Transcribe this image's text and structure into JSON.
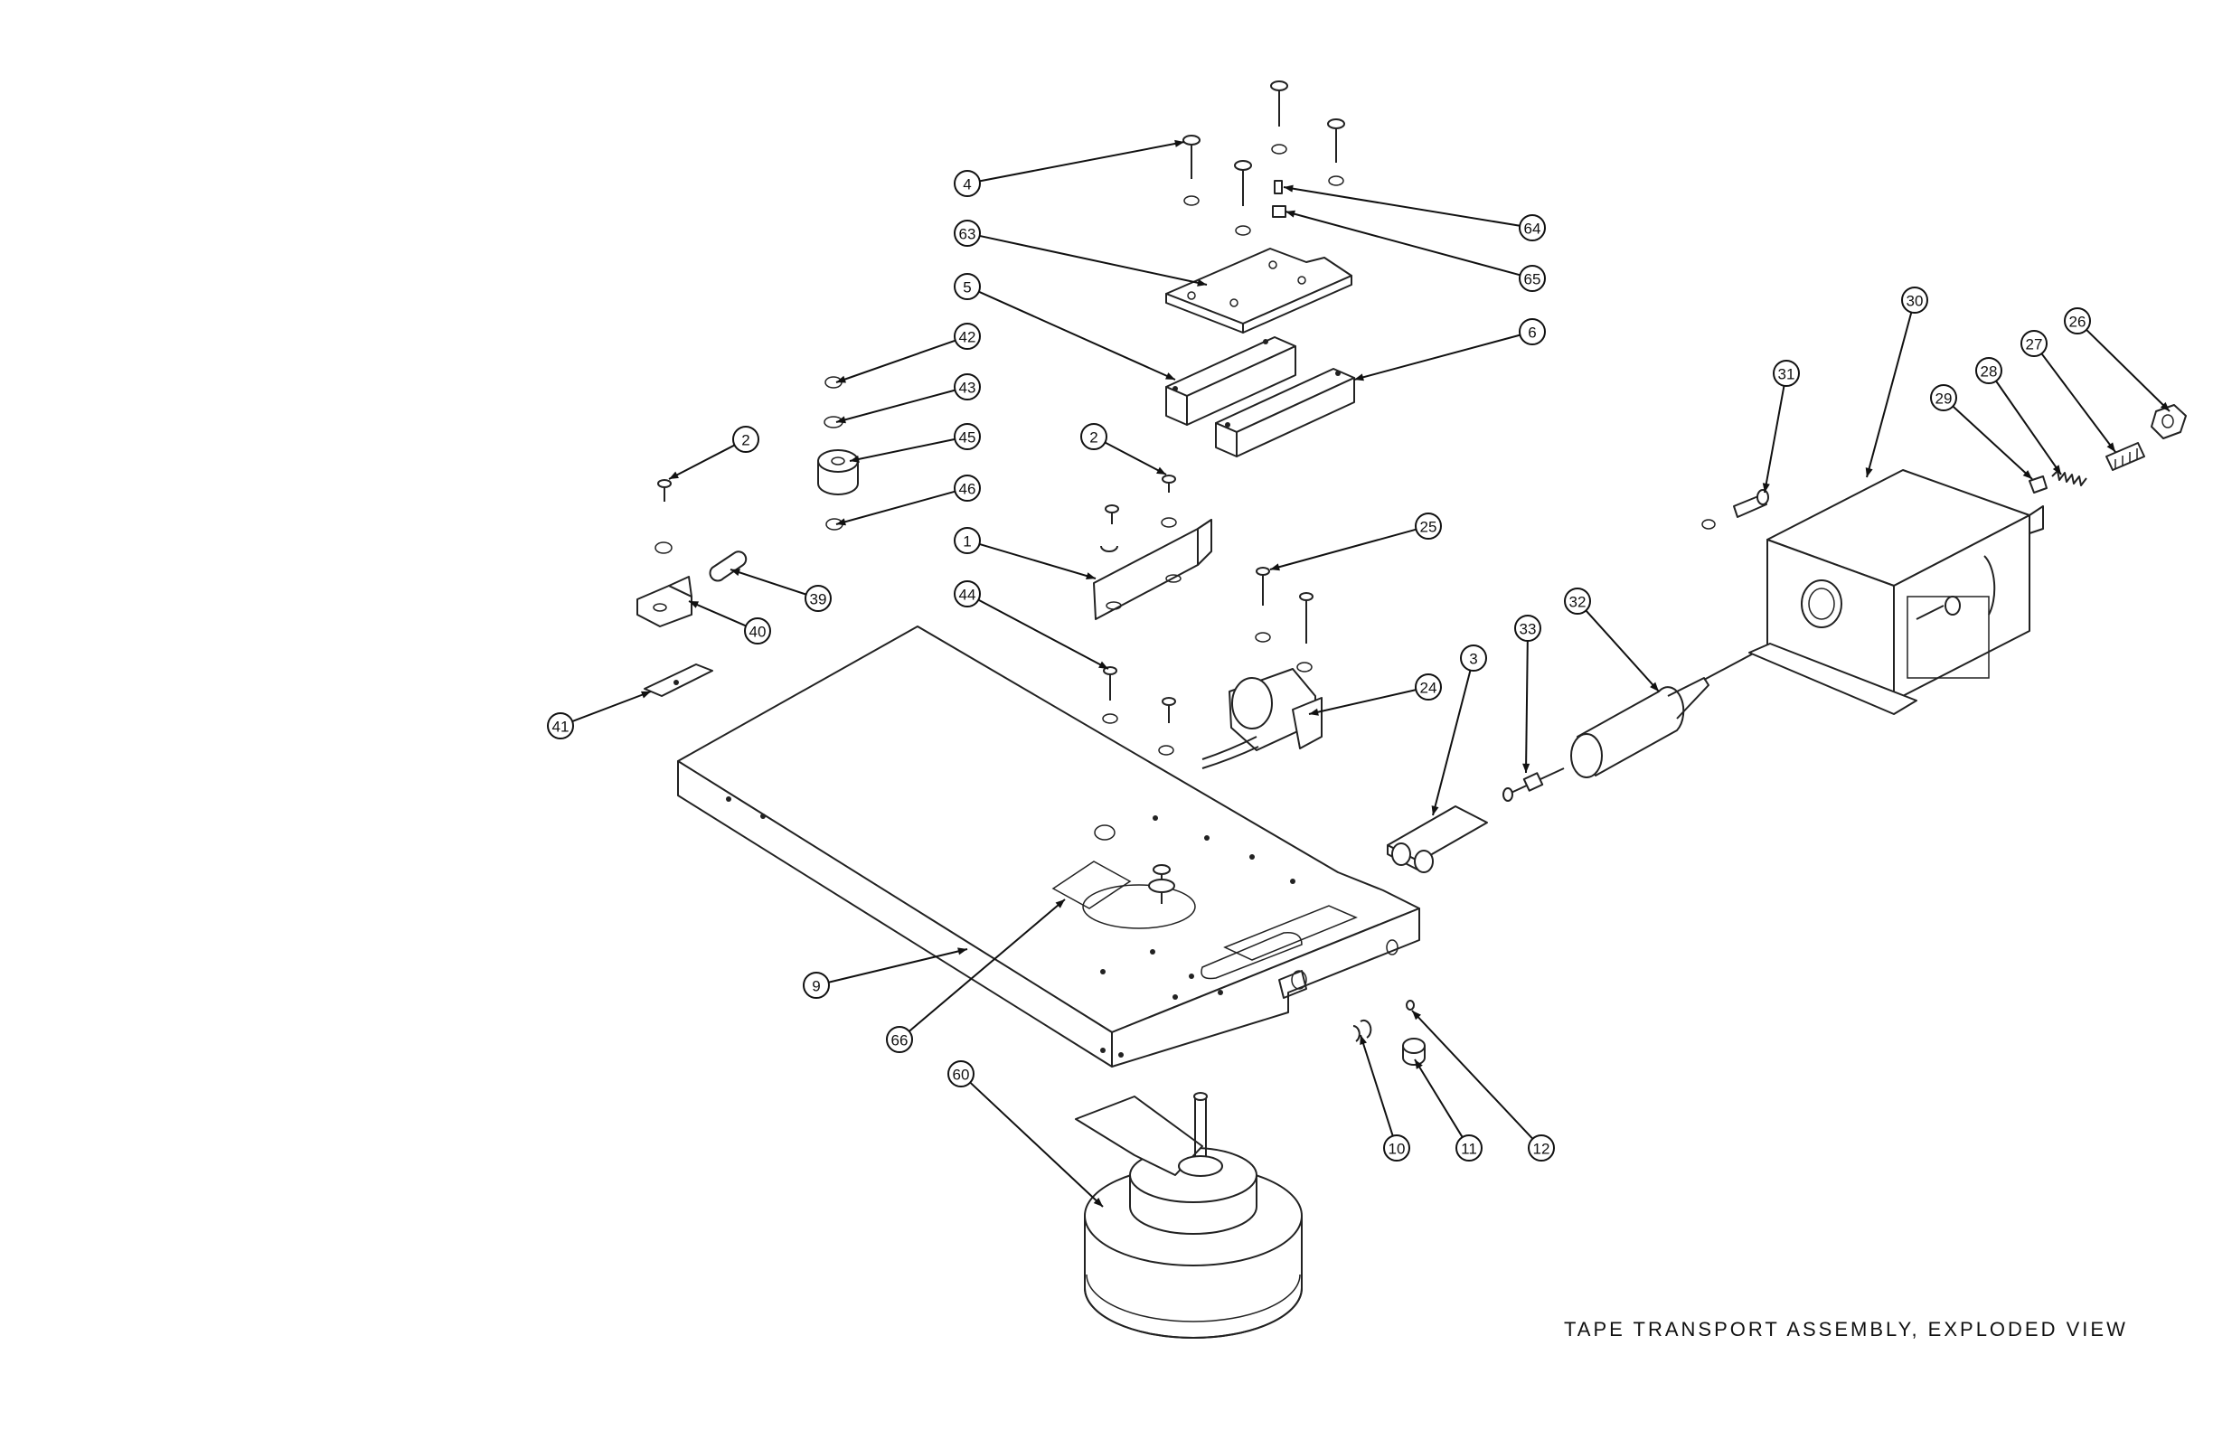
{
  "title": "TAPE TRANSPORT ASSEMBLY, EXPLODED VIEW",
  "callouts": [
    {
      "num": "4"
    },
    {
      "num": "63"
    },
    {
      "num": "5"
    },
    {
      "num": "64"
    },
    {
      "num": "65"
    },
    {
      "num": "6"
    },
    {
      "num": "42"
    },
    {
      "num": "43"
    },
    {
      "num": "45"
    },
    {
      "num": "46"
    },
    {
      "num": "2"
    },
    {
      "num": "2"
    },
    {
      "num": "1"
    },
    {
      "num": "44"
    },
    {
      "num": "39"
    },
    {
      "num": "40"
    },
    {
      "num": "41"
    },
    {
      "num": "25"
    },
    {
      "num": "24"
    },
    {
      "num": "3"
    },
    {
      "num": "33"
    },
    {
      "num": "32"
    },
    {
      "num": "31"
    },
    {
      "num": "30"
    },
    {
      "num": "29"
    },
    {
      "num": "28"
    },
    {
      "num": "27"
    },
    {
      "num": "26"
    },
    {
      "num": "9"
    },
    {
      "num": "66"
    },
    {
      "num": "60"
    },
    {
      "num": "10"
    },
    {
      "num": "11"
    },
    {
      "num": "12"
    }
  ]
}
